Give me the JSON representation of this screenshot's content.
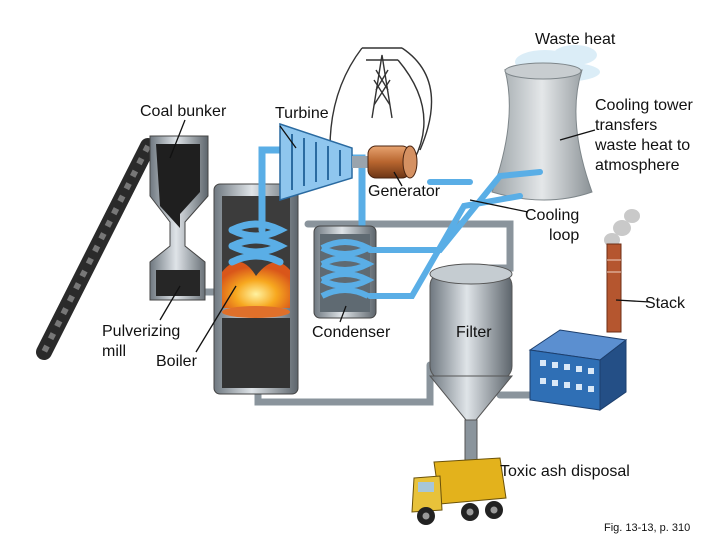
{
  "labels": {
    "waste_heat": "Waste heat",
    "coal_bunker": "Coal bunker",
    "turbine": "Turbine",
    "cooling_tower": "Cooling tower\ntransfers\nwaste heat to\natmosphere",
    "generator": "Generator",
    "cooling_loop": "Cooling\nloop",
    "stack": "Stack",
    "pulverizing_mill": "Pulverizing\nmill",
    "boiler": "Boiler",
    "condenser": "Condenser",
    "filter": "Filter",
    "toxic_ash": "Toxic ash disposal",
    "caption": "Fig. 13-13, p. 310"
  },
  "colors": {
    "pipe_blue": "#5aaee6",
    "pipe_gray": "#9aa4ad",
    "fire": "#f39a1e",
    "building": "#2f6fb5",
    "truck": "#e3b21c",
    "chimney": "#b5562f"
  }
}
